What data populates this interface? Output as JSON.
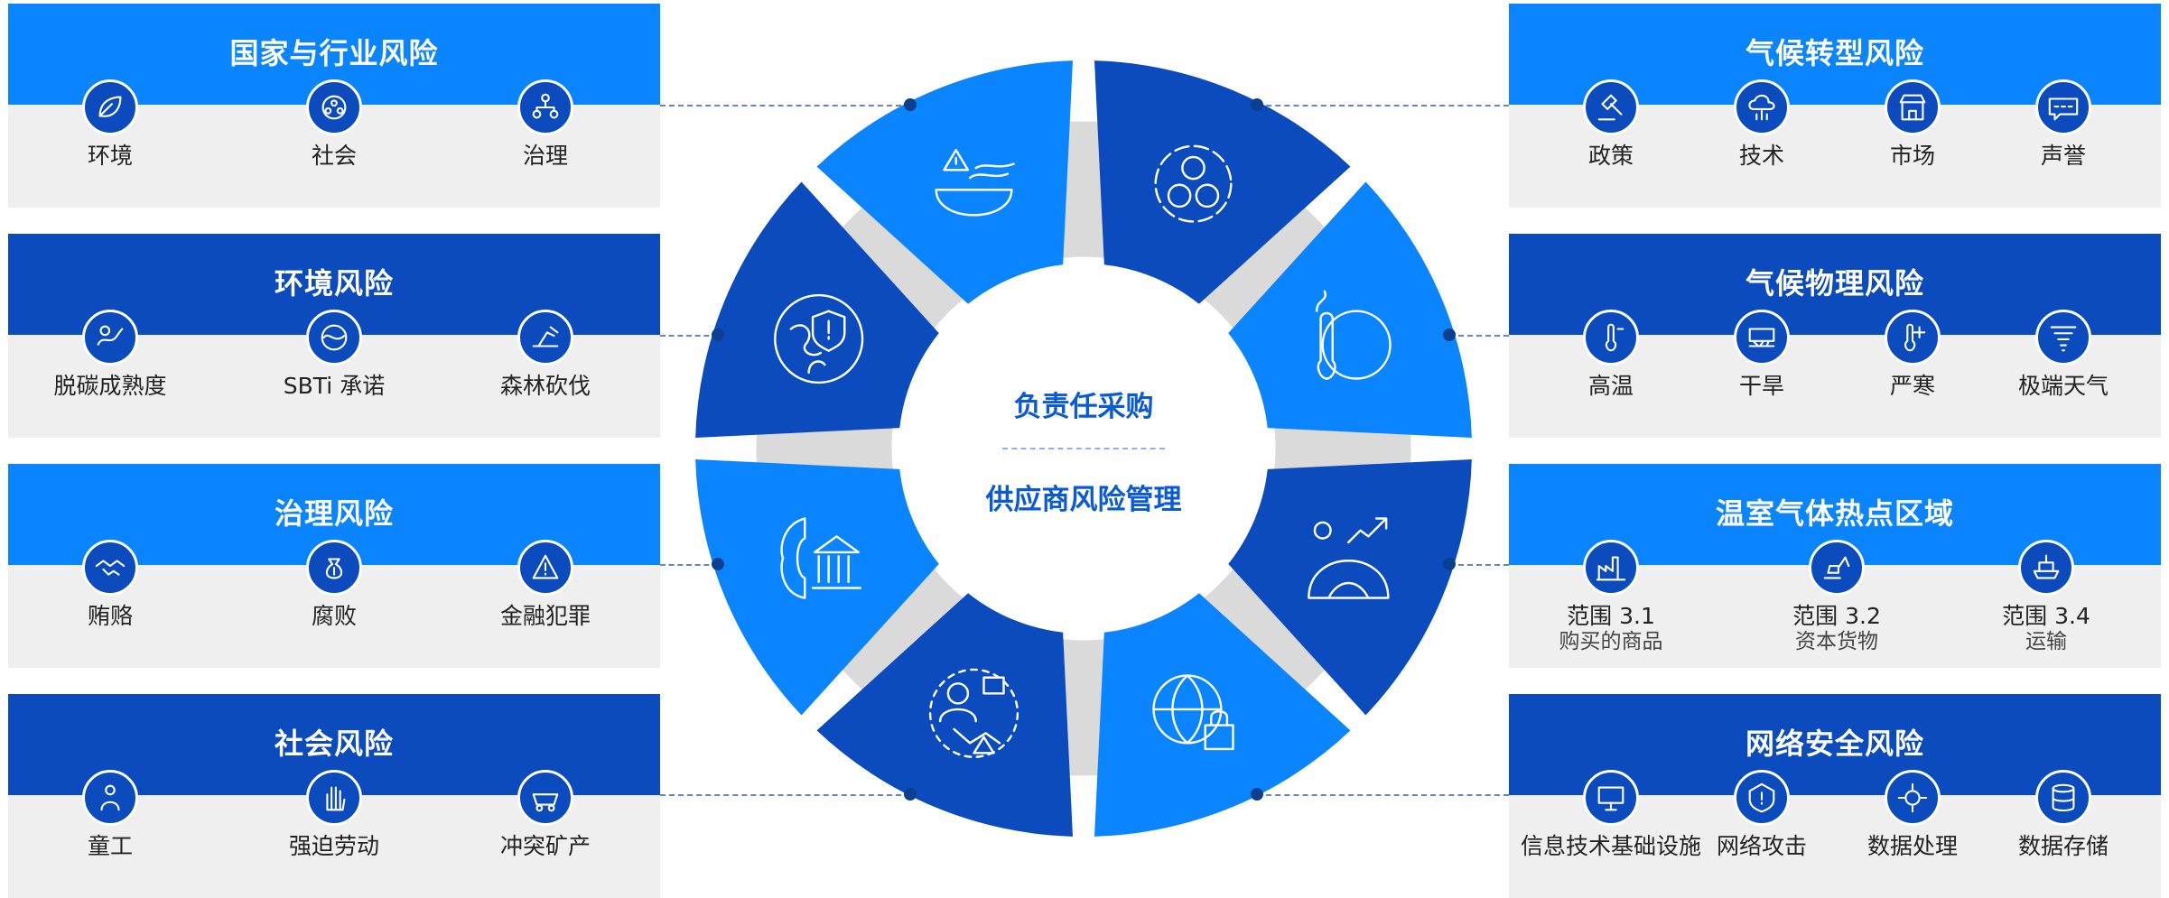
{
  "colors": {
    "light_blue": "#0a84ff",
    "dark_blue": "#0b4bbd",
    "gray": "#efefef",
    "center_text": "#0a5ad6"
  },
  "center": {
    "line1": "负责任采购",
    "line2": "供应商风险管理"
  },
  "left_panels": [
    {
      "title": "国家与行业风险",
      "items": [
        {
          "label": "环境",
          "icon": "leaf-icon"
        },
        {
          "label": "社会",
          "icon": "people-icon"
        },
        {
          "label": "治理",
          "icon": "org-icon"
        }
      ]
    },
    {
      "title": "环境风险",
      "items": [
        {
          "label": "脱碳成熟度",
          "icon": "decarbon-icon"
        },
        {
          "label": "SBTi 承诺",
          "icon": "globe-wave-icon"
        },
        {
          "label": "森林砍伐",
          "icon": "saw-icon"
        }
      ]
    },
    {
      "title": "治理风险",
      "items": [
        {
          "label": "贿赂",
          "icon": "handshake-icon"
        },
        {
          "label": "腐败",
          "icon": "money-bag-icon"
        },
        {
          "label": "金融犯罪",
          "icon": "alert-coin-icon"
        }
      ]
    },
    {
      "title": "社会风险",
      "items": [
        {
          "label": "童工",
          "icon": "child-icon"
        },
        {
          "label": "强迫劳动",
          "icon": "hand-icon"
        },
        {
          "label": "冲突矿产",
          "icon": "mine-cart-icon"
        }
      ]
    }
  ],
  "right_panels": [
    {
      "title": "气候转型风险",
      "items": [
        {
          "label": "政策",
          "icon": "gavel-icon"
        },
        {
          "label": "技术",
          "icon": "cloud-tech-icon"
        },
        {
          "label": "市场",
          "icon": "store-icon"
        },
        {
          "label": "声誉",
          "icon": "rating-icon"
        }
      ]
    },
    {
      "title": "气候物理风险",
      "items": [
        {
          "label": "高温",
          "icon": "thermometer-icon"
        },
        {
          "label": "干旱",
          "icon": "drought-icon"
        },
        {
          "label": "严寒",
          "icon": "cold-icon"
        },
        {
          "label": "极端天气",
          "icon": "tornado-icon"
        }
      ]
    },
    {
      "title": "温室气体热点区域",
      "items": [
        {
          "label": "范围 3.1",
          "sub": "购买的商品",
          "icon": "factory-icon"
        },
        {
          "label": "范围 3.2",
          "sub": "资本货物",
          "icon": "excavator-icon"
        },
        {
          "label": "范围 3.4",
          "sub": "运输",
          "icon": "ship-icon"
        }
      ]
    },
    {
      "title": "网络安全风险",
      "items": [
        {
          "label": "信息技术基础设施",
          "icon": "infra-icon"
        },
        {
          "label": "网络攻击",
          "icon": "attack-icon"
        },
        {
          "label": "数据处理",
          "icon": "data-process-icon"
        },
        {
          "label": "数据存储",
          "icon": "database-icon"
        }
      ]
    }
  ],
  "wheel_segments": [
    {
      "icon": "globe-alert-icon",
      "color": "light"
    },
    {
      "icon": "gear-people-money-icon",
      "color": "dark"
    },
    {
      "icon": "fire-thermometer-globe-icon",
      "color": "light"
    },
    {
      "icon": "sun-trend-globe-icon",
      "color": "dark"
    },
    {
      "icon": "globe-lock-icon",
      "color": "light"
    },
    {
      "icon": "people-handshake-alert-icon",
      "color": "dark"
    },
    {
      "icon": "gear-bank-icon",
      "color": "light"
    },
    {
      "icon": "globe-leaf-shield-icon",
      "color": "dark"
    }
  ]
}
